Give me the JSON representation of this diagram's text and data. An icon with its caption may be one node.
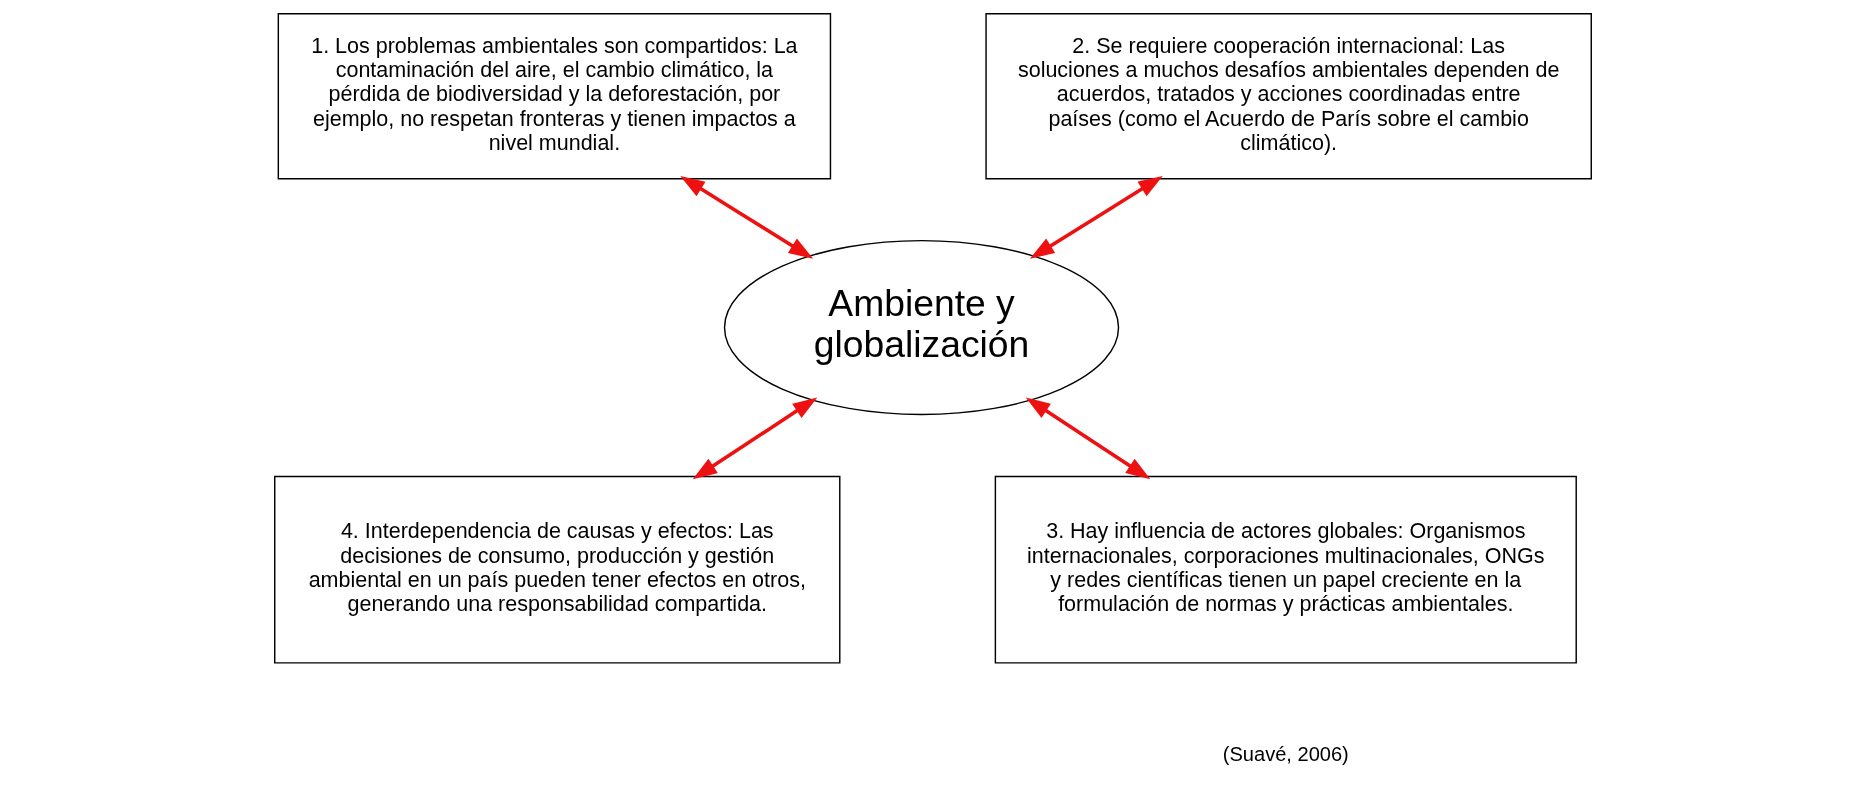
{
  "diagram": {
    "nodes": [
      {
        "text": [
          "1. Los problemas ambientales son compartidos: La contaminación del aire, el cambio climático, la pérdida de biodiversidad y la deforestación, por ejemplo, no respetan fronteras y tienen impactos a nivel mundial."
        ]
      },
      {
        "text": [
          "2. Se requiere cooperación internacional: Las soluciones a muchos desafíos ambientales dependen de acuerdos, tratados y acciones coordinadas entre países (como el Acuerdo de París sobre el cambio climático)."
        ]
      },
      {
        "text": [
          "Ambiente y globalización"
        ]
      },
      {
        "text": [
          "4. Interdependencia de causas y efectos: Las decisiones de consumo, producción y gestión ambiental en un país pueden tener efectos en otros, generando una responsabilidad compartida."
        ]
      },
      {
        "text": [
          "3. Hay influencia de actores globales: Organismos internacionales, corporaciones multinacionales, ONGs y redes científicas tienen un papel creciente en la formulación de normas y prácticas ambientales."
        ]
      }
    ],
    "edges": [
      {
        "from": 0,
        "to": 2,
        "arrow": "both"
      },
      {
        "from": 1,
        "to": 2,
        "arrow": "both"
      },
      {
        "from": 2,
        "to": 3,
        "arrow": "both"
      },
      {
        "from": 2,
        "to": 4,
        "arrow": "both"
      }
    ],
    "labels": [
      "(Suavé, 2006)"
    ]
  }
}
